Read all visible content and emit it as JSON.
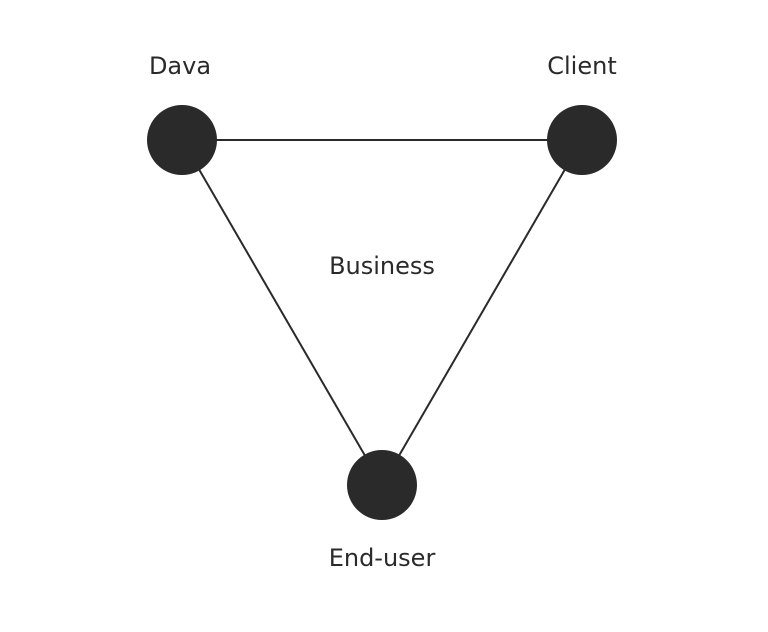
{
  "nodes": [
    {
      "id": "dava",
      "label": "Dava"
    },
    {
      "id": "client",
      "label": "Client"
    },
    {
      "id": "end-user",
      "label": "End-user"
    }
  ],
  "center_label": "Business",
  "colors": {
    "node_fill": "#2a2a2a",
    "edge_stroke": "#2a2a2a",
    "text": "#2a2a2a",
    "background": "#ffffff"
  }
}
